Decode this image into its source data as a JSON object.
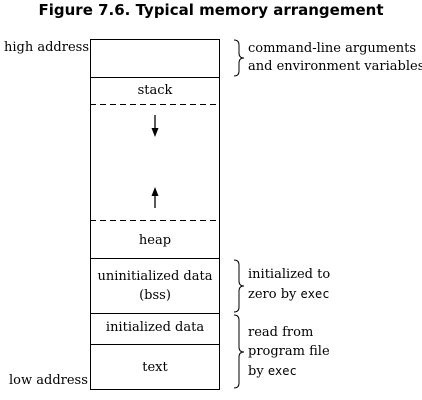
{
  "title": "Figure 7.6. Typical memory arrangement",
  "address_labels": {
    "high": "high address",
    "low": "low address"
  },
  "segments": {
    "stack": "stack",
    "heap": "heap",
    "bss_line1": "uninitialized data",
    "bss_line2": "(bss)",
    "initialized_data": "initialized data",
    "text": "text"
  },
  "annotations": {
    "args_line1": "command-line arguments",
    "args_line2": "and environment variables",
    "bss_line1": "initialized to",
    "bss_line2_prefix": "zero by ",
    "bss_line2_code": "exec",
    "data_line1": "read from",
    "data_line2": "program file",
    "data_line3_prefix": "by ",
    "data_line3_code": "exec"
  }
}
